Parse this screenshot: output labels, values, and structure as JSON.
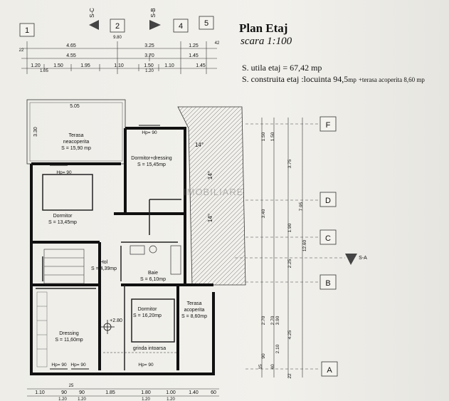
{
  "title": "Plan Etaj",
  "scale": "scara 1:100",
  "areas": {
    "usable": "S. utila etaj = 67,42  mp",
    "built": "S. construita etaj :locuinta 94,5",
    "built_unit": "mp",
    "terrace": "+terasa acoperita 8,60 mp"
  },
  "watermark": "IMOBILIARE",
  "axes_top": [
    "1",
    "2",
    "4",
    "5"
  ],
  "section_markers": [
    "S-C",
    "S-B",
    "S-A"
  ],
  "axes_right": [
    "F",
    "D",
    "C",
    "B",
    "A"
  ],
  "top_dims": {
    "row1": [
      "4.65",
      "3.25",
      "1.25"
    ],
    "row1_small": [
      "22",
      "9.80",
      "42"
    ],
    "row2": [
      "4.55",
      "3.70",
      "1.45"
    ],
    "row3": [
      "1.20",
      "1.50",
      "1.95",
      "1.10",
      "1.50",
      "1.10",
      "1.45"
    ],
    "row3_small": [
      "1.05",
      "1.20"
    ]
  },
  "bottom_dims": [
    "1.10",
    "90",
    "90",
    "1.85",
    "1.80",
    "1.00",
    "1.40",
    "60"
  ],
  "bottom_small": [
    "25",
    "1.20",
    "1.20",
    "1.20",
    "1.20"
  ],
  "right_dims": [
    "1.50",
    "1.50",
    "3.75",
    "7.95",
    "3.40",
    "1.90",
    "12.60",
    "2.25",
    "2.70",
    "2.70",
    "4.25",
    "3.90",
    "2.10",
    "90",
    "40",
    "15",
    "22"
  ],
  "rooms": [
    {
      "name": "Terasa\nneacoperita",
      "area": "S = 15,90 mp"
    },
    {
      "name": "Dormitor+dressing",
      "area": "S = 15,45mp"
    },
    {
      "name": "Dormitor",
      "area": "S = 13,45mp"
    },
    {
      "name": "Hol",
      "area": "S = 4,39mp"
    },
    {
      "name": "Baie",
      "area": "S = 6,10mp"
    },
    {
      "name": "Dormitor",
      "area": "S = 16,20mp"
    },
    {
      "name": "Terasa\nacoperita",
      "area": "S = 8,60mp"
    },
    {
      "name": "Dressing",
      "area": "S = 11,60mp"
    }
  ],
  "labels": {
    "roof_angle": "14°",
    "level": "+2.80",
    "beam": "grinda intoarsa",
    "hp": "Hp= 90",
    "d505": "5.05",
    "d330": "3.30"
  }
}
